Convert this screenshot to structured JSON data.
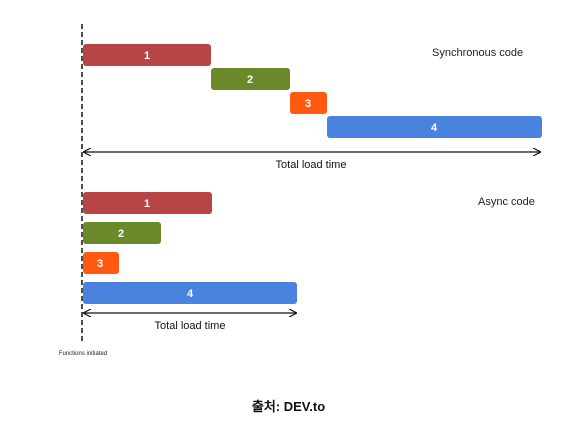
{
  "colors": {
    "bar1": "#b84545",
    "bar2": "#6a8a2a",
    "bar3": "#ff5a10",
    "bar4": "#4a82e0",
    "line": "#111111"
  },
  "origin_label": "Functions initiated",
  "sync": {
    "title": "Synchronous code",
    "total_label": "Total load time",
    "bars": [
      {
        "label": "1",
        "color": "bar1"
      },
      {
        "label": "2",
        "color": "bar2"
      },
      {
        "label": "3",
        "color": "bar3"
      },
      {
        "label": "4",
        "color": "bar4"
      }
    ]
  },
  "async": {
    "title": "Async code",
    "total_label": "Total load time",
    "bars": [
      {
        "label": "1",
        "color": "bar1"
      },
      {
        "label": "2",
        "color": "bar2"
      },
      {
        "label": "3",
        "color": "bar3"
      },
      {
        "label": "4",
        "color": "bar4"
      }
    ]
  },
  "caption": "출처: DEV.to"
}
